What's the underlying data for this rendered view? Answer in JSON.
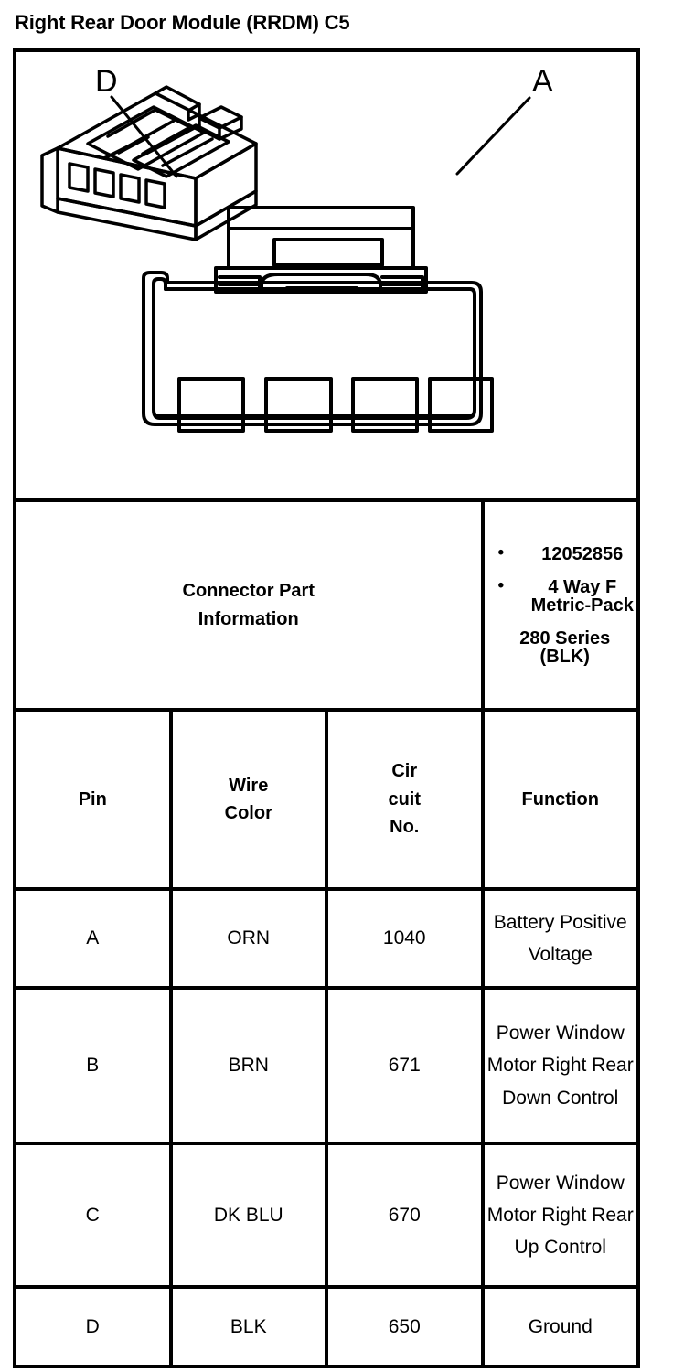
{
  "page": {
    "title": "Right Rear Door Module (RRDM) C5"
  },
  "illustration": {
    "callouts": [
      {
        "id": "callout-d",
        "label": "D"
      },
      {
        "id": "callout-a",
        "label": "A"
      }
    ],
    "cavity_count": 4,
    "views": [
      "isometric-connector-view",
      "front-connector-view"
    ]
  },
  "connector_part_information": {
    "label_line1": "Connector Part",
    "label_line2": "Information",
    "bullet_glyph": "•",
    "items": [
      "12052856",
      "4 Way F Metric-Pack"
    ],
    "continuation": "280 Series (BLK)"
  },
  "pin_table": {
    "headers": {
      "pin": [
        "Pin"
      ],
      "wire_color": [
        "Wire",
        "Color"
      ],
      "circuit_no": [
        "Cir",
        "cuit",
        "No."
      ],
      "function": [
        "Function"
      ]
    },
    "rows": [
      {
        "pin": "A",
        "wire_color": "ORN",
        "circuit_no": "1040",
        "function": [
          "Battery Positive",
          "Voltage"
        ]
      },
      {
        "pin": "B",
        "wire_color": "BRN",
        "circuit_no": "671",
        "function": [
          "Power Window",
          "Motor Right Rear",
          "Down Control"
        ]
      },
      {
        "pin": "C",
        "wire_color": "DK BLU",
        "circuit_no": "670",
        "function": [
          "Power Window",
          "Motor Right Rear",
          "Up Control"
        ]
      },
      {
        "pin": "D",
        "wire_color": "BLK",
        "circuit_no": "650",
        "function": [
          "Ground"
        ]
      }
    ]
  },
  "colors": {
    "ink": "#000000",
    "paper": "#ffffff"
  }
}
